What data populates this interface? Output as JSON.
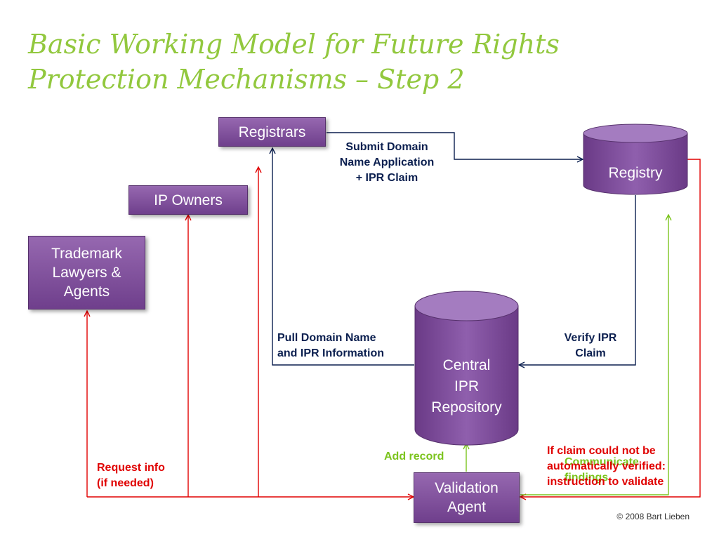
{
  "title": {
    "line1": "Basic Working Model for Future Rights",
    "line2": "Protection Mechanisms – Step 2"
  },
  "nodes": {
    "registrars": "Registrars",
    "ip_owners": "IP Owners",
    "trademark_lawyers": [
      "Trademark",
      "Lawyers &",
      "Agents"
    ],
    "registry": "Registry",
    "central_repository": [
      "Central",
      "IPR",
      "Repository"
    ],
    "validation_agent": [
      "Validation",
      "Agent"
    ]
  },
  "edge_labels": {
    "submit_application": [
      "Submit Domain",
      "Name Application",
      "+ IPR Claim"
    ],
    "pull_domain_info": [
      "Pull Domain Name",
      "and IPR Information"
    ],
    "verify_claim": [
      "Verify IPR",
      "Claim"
    ],
    "add_record": "Add record",
    "request_info": [
      "Request info",
      "(if needed)"
    ],
    "instruction_to_validate": [
      "If claim could not be",
      "automatically verified:",
      "instruction to validate"
    ],
    "communicate_findings": [
      "Communicate",
      "findings"
    ]
  },
  "colors": {
    "title": "#92c83e",
    "node_fill": "#7f4e9c",
    "navy_edge": "#0b1f4f",
    "red_edge": "#e00000",
    "green_edge": "#7cc41e"
  },
  "footer": "© 2008 Bart Lieben"
}
